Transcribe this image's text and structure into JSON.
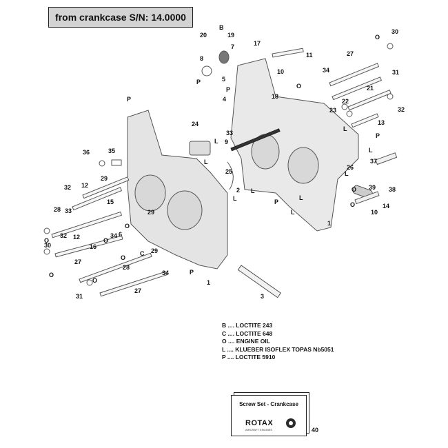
{
  "header": {
    "title": "from crankcase S/N: 14.0000"
  },
  "legend": [
    "B .... LOCTITE 243",
    "C .... LOCTITE 648",
    "O .... ENGINE OIL",
    "L .... KLUEBER ISOFLEX TOPAS Nb5051",
    "P .... LOCTITE 5910"
  ],
  "kit": {
    "title": "Screw Set - Crankcase",
    "logo": "ROTAX",
    "logo_sub": "AIRCRAFT ENGINES",
    "number": "40"
  },
  "callouts": [
    "1",
    "2",
    "3",
    "4",
    "5",
    "6",
    "7",
    "8",
    "9",
    "10",
    "11",
    "12",
    "13",
    "14",
    "15",
    "16",
    "17",
    "18",
    "19",
    "20",
    "21",
    "22",
    "23",
    "24",
    "25",
    "26",
    "27",
    "28",
    "29",
    "30",
    "31",
    "32",
    "33",
    "34",
    "35",
    "36",
    "37",
    "38",
    "39"
  ],
  "symbols": [
    "B",
    "C",
    "O",
    "L",
    "P"
  ]
}
